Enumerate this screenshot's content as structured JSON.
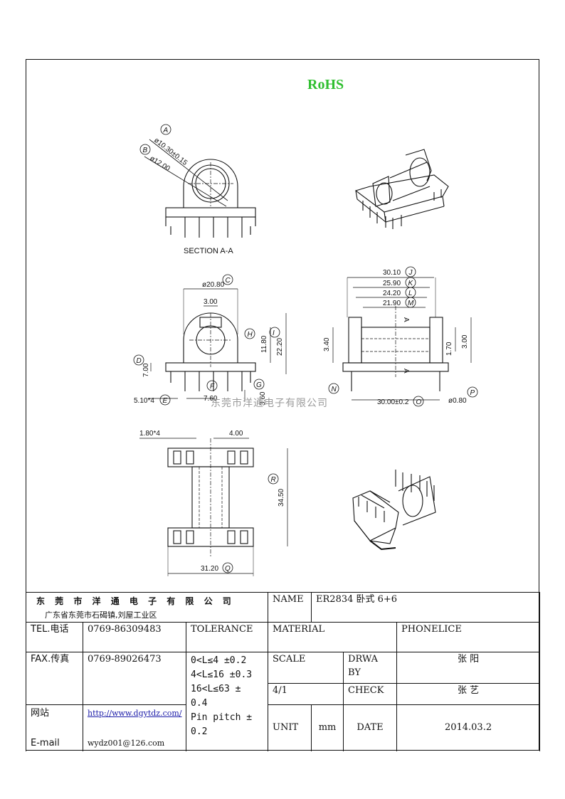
{
  "rohs": "RoHS",
  "watermark": "东莞市洋通电子有限公司",
  "drawing": {
    "section_label": "SECTION A-A",
    "callouts": [
      "A",
      "B",
      "C",
      "D",
      "E",
      "F",
      "G",
      "H",
      "I",
      "J",
      "K",
      "L",
      "M",
      "N",
      "O",
      "P",
      "Q",
      "R"
    ],
    "dims": {
      "d_a": "ø10.30±0.15",
      "d_b": "ø12.00",
      "d_c": "ø20.80",
      "slot": "3.00",
      "h11": "11.80",
      "h22": "22.20",
      "base_h": "7.00",
      "pin_pitch": "7.60",
      "pin_len": "3.60",
      "pins_e": "5.10*4",
      "len30": "30.10",
      "len25": "25.90",
      "len24": "24.20",
      "len21": "21.90",
      "side340": "3.40",
      "side170": "1.70",
      "side300": "3.00",
      "span": "30.00±0.2",
      "pin_d": "ø0.80",
      "top180": "1.80*4",
      "top400": "4.00",
      "top3450": "34.50",
      "top3120": "31.20",
      "sec_mark": "A"
    }
  },
  "titleblock": {
    "company": "东 莞 市 洋 通 电 子 有 限 公 司",
    "address": "广东省东莞市石碣镇,刘屋工业区",
    "name_label": "NAME",
    "name_value": "ER2834 卧式 6+6",
    "tel_label": "TEL.电话",
    "tel_value": "0769-86309483",
    "tolerance_label": "TOLERANCE",
    "material_label": "MATERIAL",
    "phonelice_label": "PHONELICE",
    "fax_label": "FAX.传真",
    "fax_value": "0769-89026473",
    "tol_lines": [
      "0<L≤4 ±0.2",
      "4<L≤16 ±0.3",
      "16<L≤63 ±",
      "0.4",
      "Pin pitch ±",
      "0.2"
    ],
    "scale_label": "SCALE",
    "drawn_label_1": "DRWA",
    "drawn_label_2": "BY",
    "drawn_value": "张 阳",
    "scale_value": "4/1",
    "check_label": "CHECK",
    "check_value": "张 艺",
    "web_label": "网站",
    "email_label": "E-mail",
    "web_value": "http://www.dgytdz.com/",
    "email_value": "wydz001@126.com",
    "unit_label": "UNIT",
    "unit_value": "mm",
    "date_label": "DATE",
    "date_value": "2014.03.2"
  }
}
